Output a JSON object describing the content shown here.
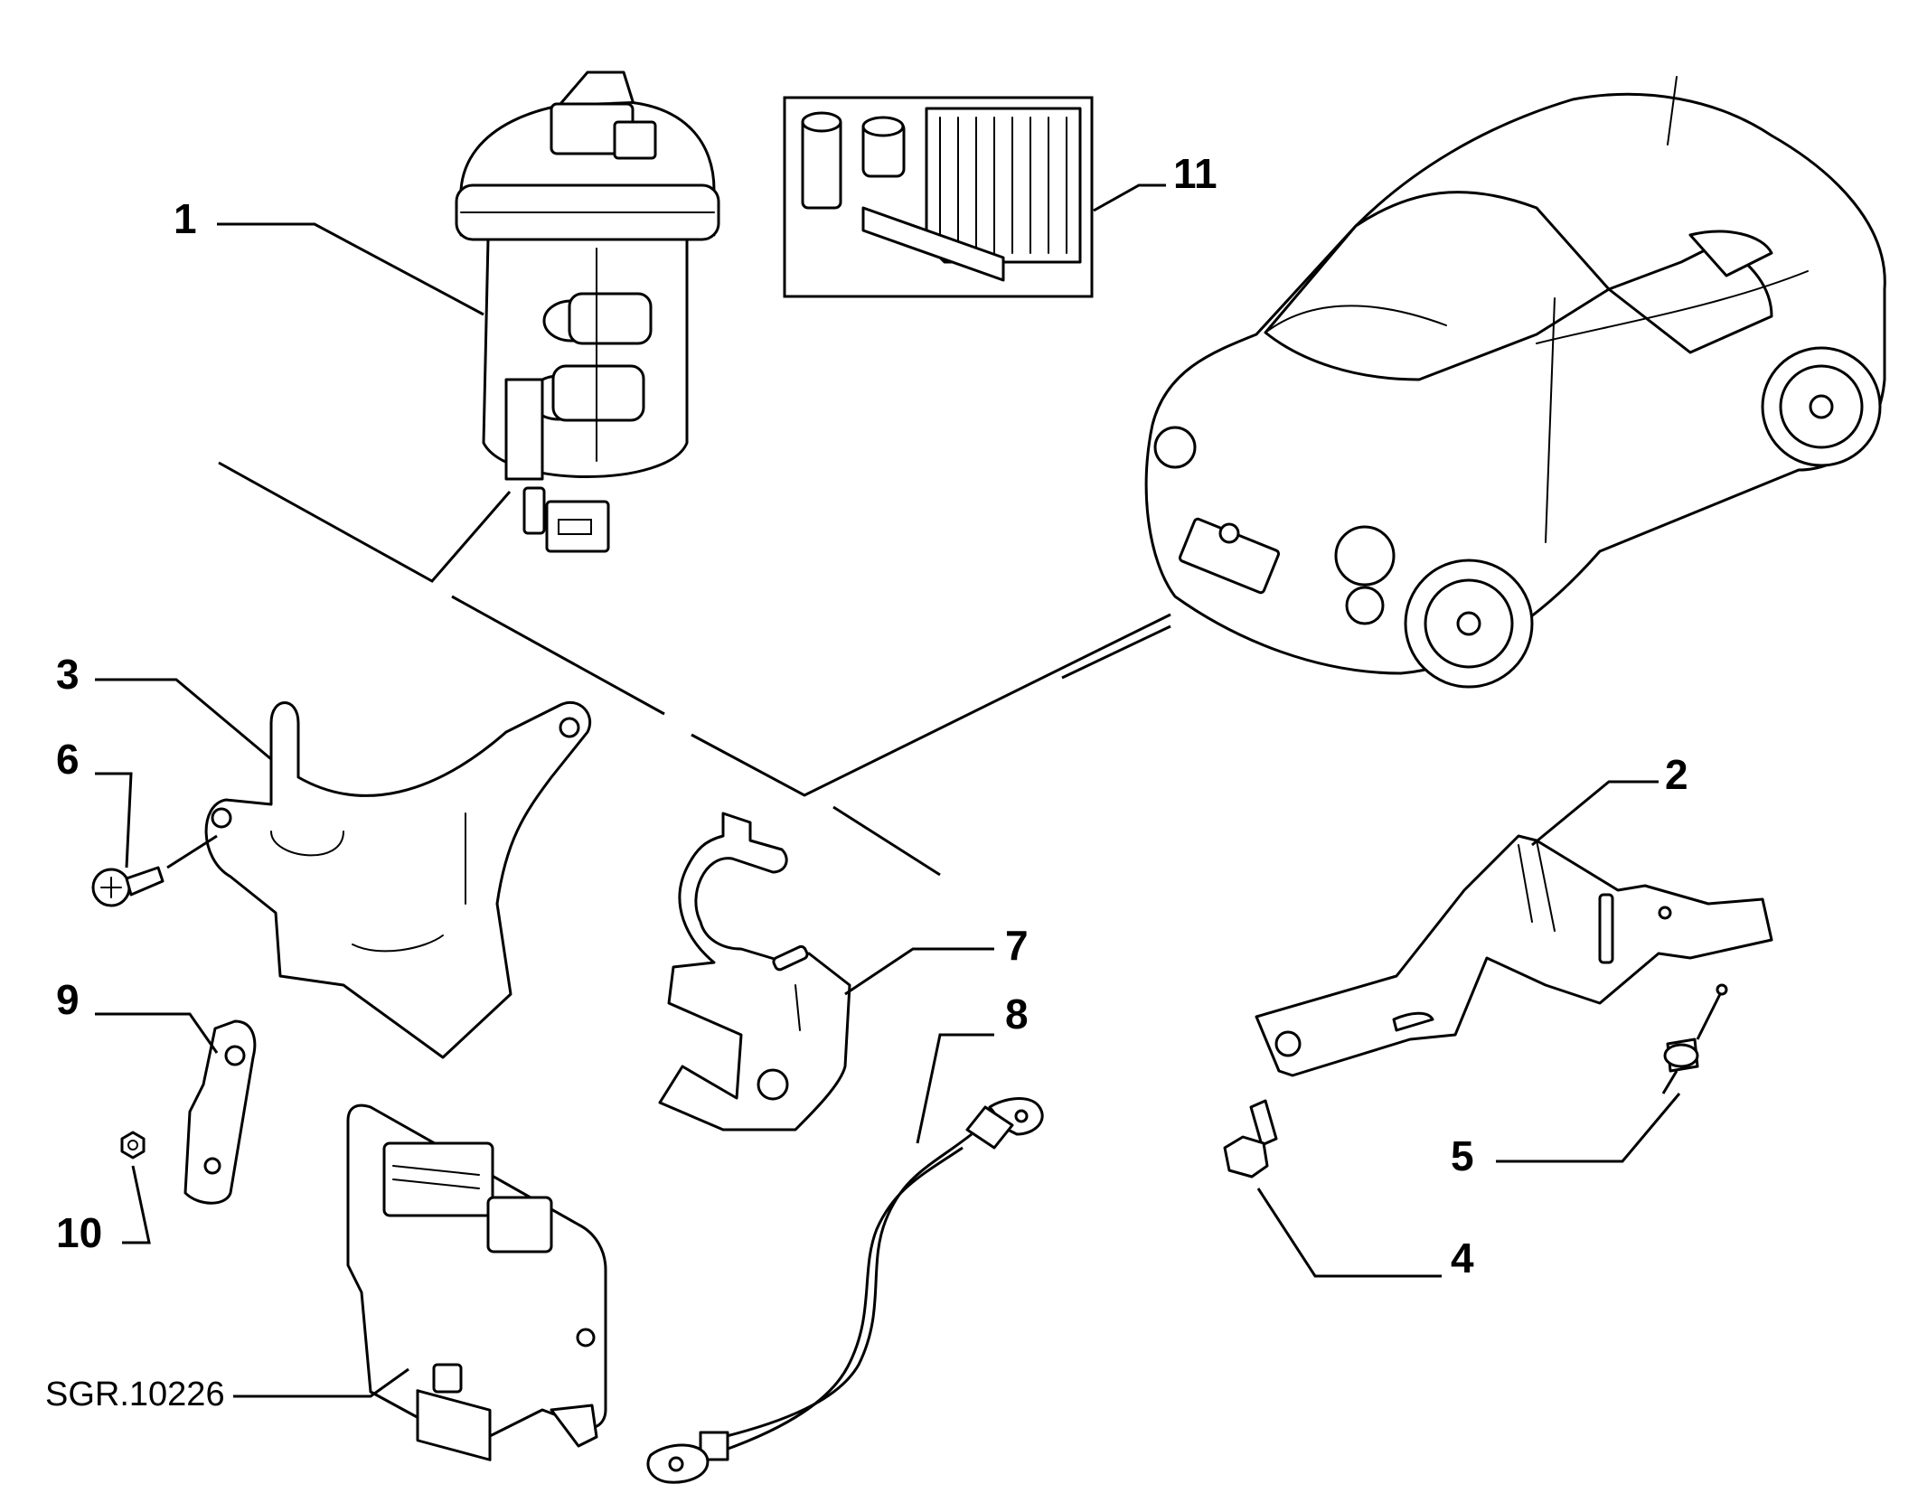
{
  "diagram": {
    "reference_code": "SGR.10226",
    "callouts": [
      {
        "id": "1",
        "label": "1"
      },
      {
        "id": "2",
        "label": "2"
      },
      {
        "id": "3",
        "label": "3"
      },
      {
        "id": "4",
        "label": "4"
      },
      {
        "id": "5",
        "label": "5"
      },
      {
        "id": "6",
        "label": "6"
      },
      {
        "id": "7",
        "label": "7"
      },
      {
        "id": "8",
        "label": "8"
      },
      {
        "id": "9",
        "label": "9"
      },
      {
        "id": "10",
        "label": "10"
      },
      {
        "id": "11",
        "label": "11"
      }
    ],
    "line_color": "#000000",
    "background": "#ffffff"
  }
}
